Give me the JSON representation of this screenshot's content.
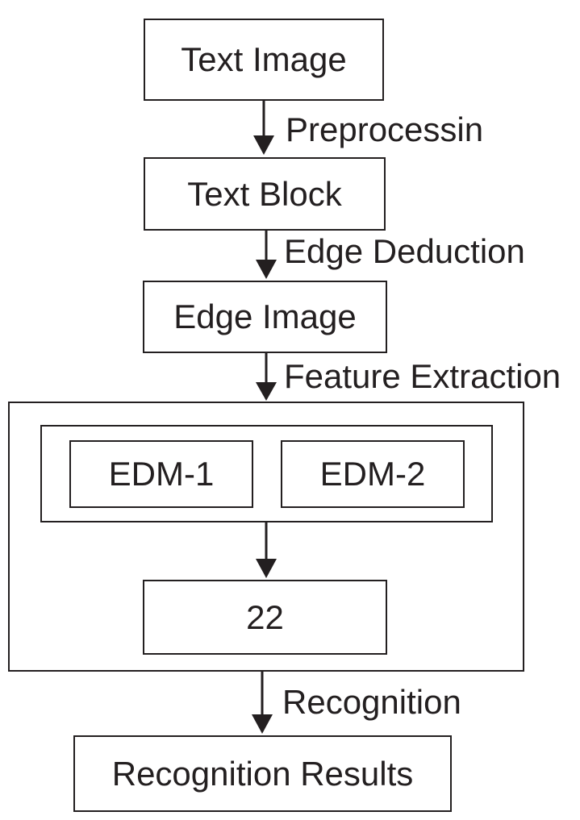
{
  "nodes": {
    "text_image": "Text Image",
    "text_block": "Text Block",
    "edge_image": "Edge Image",
    "edm_1": "EDM-1",
    "edm_2": "EDM-2",
    "feature_22": "22",
    "recognition_results": "Recognition Results"
  },
  "edges": {
    "preprocessing": "Preprocessin",
    "edge_deduction": "Edge Deduction",
    "feature_extraction": "Feature Extraction",
    "recognition": "Recognition"
  },
  "colors": {
    "stroke": "#231f20",
    "background": "#ffffff"
  }
}
